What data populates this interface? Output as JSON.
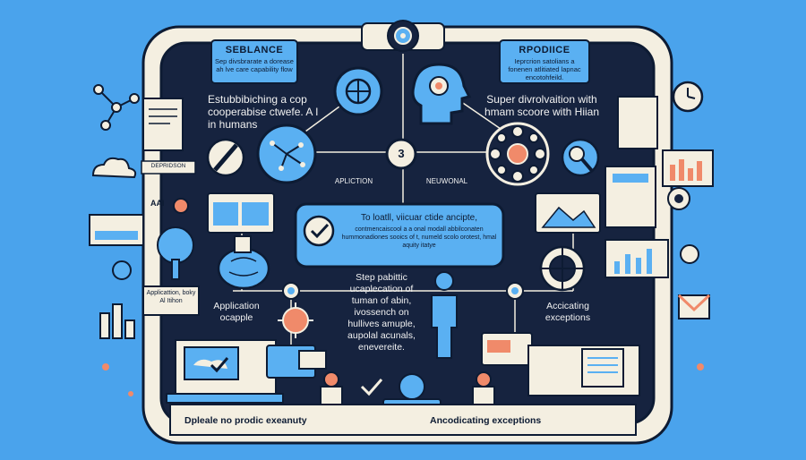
{
  "colors": {
    "background": "#4aa3ec",
    "panel_dark": "#16233f",
    "panel_light": "#f4efe1",
    "accent_blue": "#5ab0f2",
    "accent_orange": "#f08a6a",
    "outline": "#0d1b33"
  },
  "left_box": {
    "title": "SEBLANCE",
    "body": "Sep divsbrarate a dorease ah lve care capability flow"
  },
  "right_box": {
    "title": "RPODIICE",
    "body": "Ieprcrion satolians a fonenen atlitiated lapnac encotohfeild."
  },
  "left_heading": "Estubbibiching a cop cooperabise ctwefe. A I in humans",
  "right_heading": "Super divrolvaition with hmam scoore with Hiian",
  "center_number": "3",
  "center_left_label": "APLICTION",
  "center_right_label": "NEUWONAL",
  "center_panel": {
    "title": "To loatll, viicuar ctide ancipte,",
    "body": "contmencaiscool a a onal modall abbilconaten hummonadiones sooics of t, numeld scolo orotest, hmal aquity itatye"
  },
  "center_text": "Step pabittic ucaplecation of tuman of abin, ivossench on hullives amuple, aupolal acunals, enevereite.",
  "left_mid_label": "Application ocapple",
  "right_mid_label": "Accicating exceptions",
  "left_tag": "DEPRIDSON",
  "left_ai_label": "AAI",
  "left_note": "Applicattion, boky Al Itihon",
  "bottom_left": "Dpleale no prodic exeanuty",
  "bottom_right": "Ancodicating exceptions",
  "icons": [
    "gear-icon",
    "globe-icon",
    "head-icon",
    "network-icon",
    "wrench-icon",
    "check-icon",
    "person-icon",
    "clock-icon",
    "cloud-icon",
    "chart-icon",
    "envelope-icon",
    "document-icon",
    "monitor-icon",
    "brain-icon",
    "location-pin-icon"
  ]
}
